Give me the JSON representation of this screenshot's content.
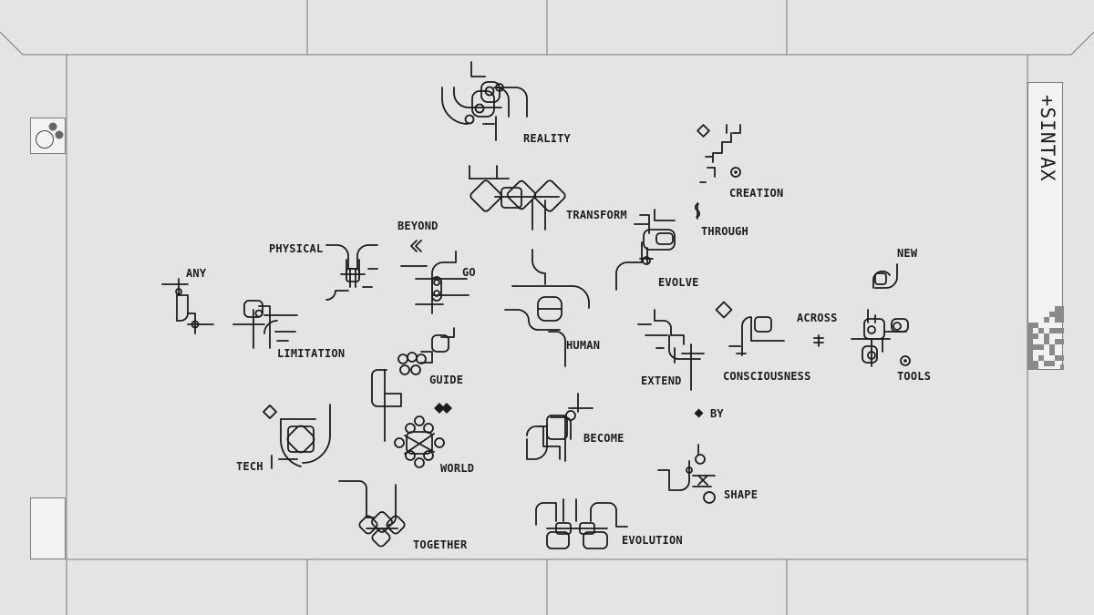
{
  "brand": {
    "name": "+SINTAX"
  },
  "colors": {
    "background": "#e4e4e4",
    "ink": "#1c1c1c",
    "panel": "#f2f2f2",
    "frame_line": "#7a7a7a"
  },
  "words": {
    "reality": "REALITY",
    "creation": "CREATION",
    "transform": "TRANSFORM",
    "through": "THROUGH",
    "beyond": "BEYOND",
    "physical": "PHYSICAL",
    "new": "NEW",
    "go": "GO",
    "any": "ANY",
    "evolve": "EVOLVE",
    "across": "ACROSS",
    "limitation": "LIMITATION",
    "human": "HUMAN",
    "guide": "GUIDE",
    "extend": "EXTEND",
    "consciousness": "CONSCIOUSNESS",
    "tools": "TOOLS",
    "by": "BY",
    "become": "BECOME",
    "tech": "TECH",
    "world": "WORLD",
    "shape": "SHAPE",
    "evolution": "EVOLUTION",
    "together": "TOGETHER"
  },
  "icons": {
    "circles_tile": "three-circles-icon",
    "pixel_mark": "pixel-pattern-icon"
  }
}
